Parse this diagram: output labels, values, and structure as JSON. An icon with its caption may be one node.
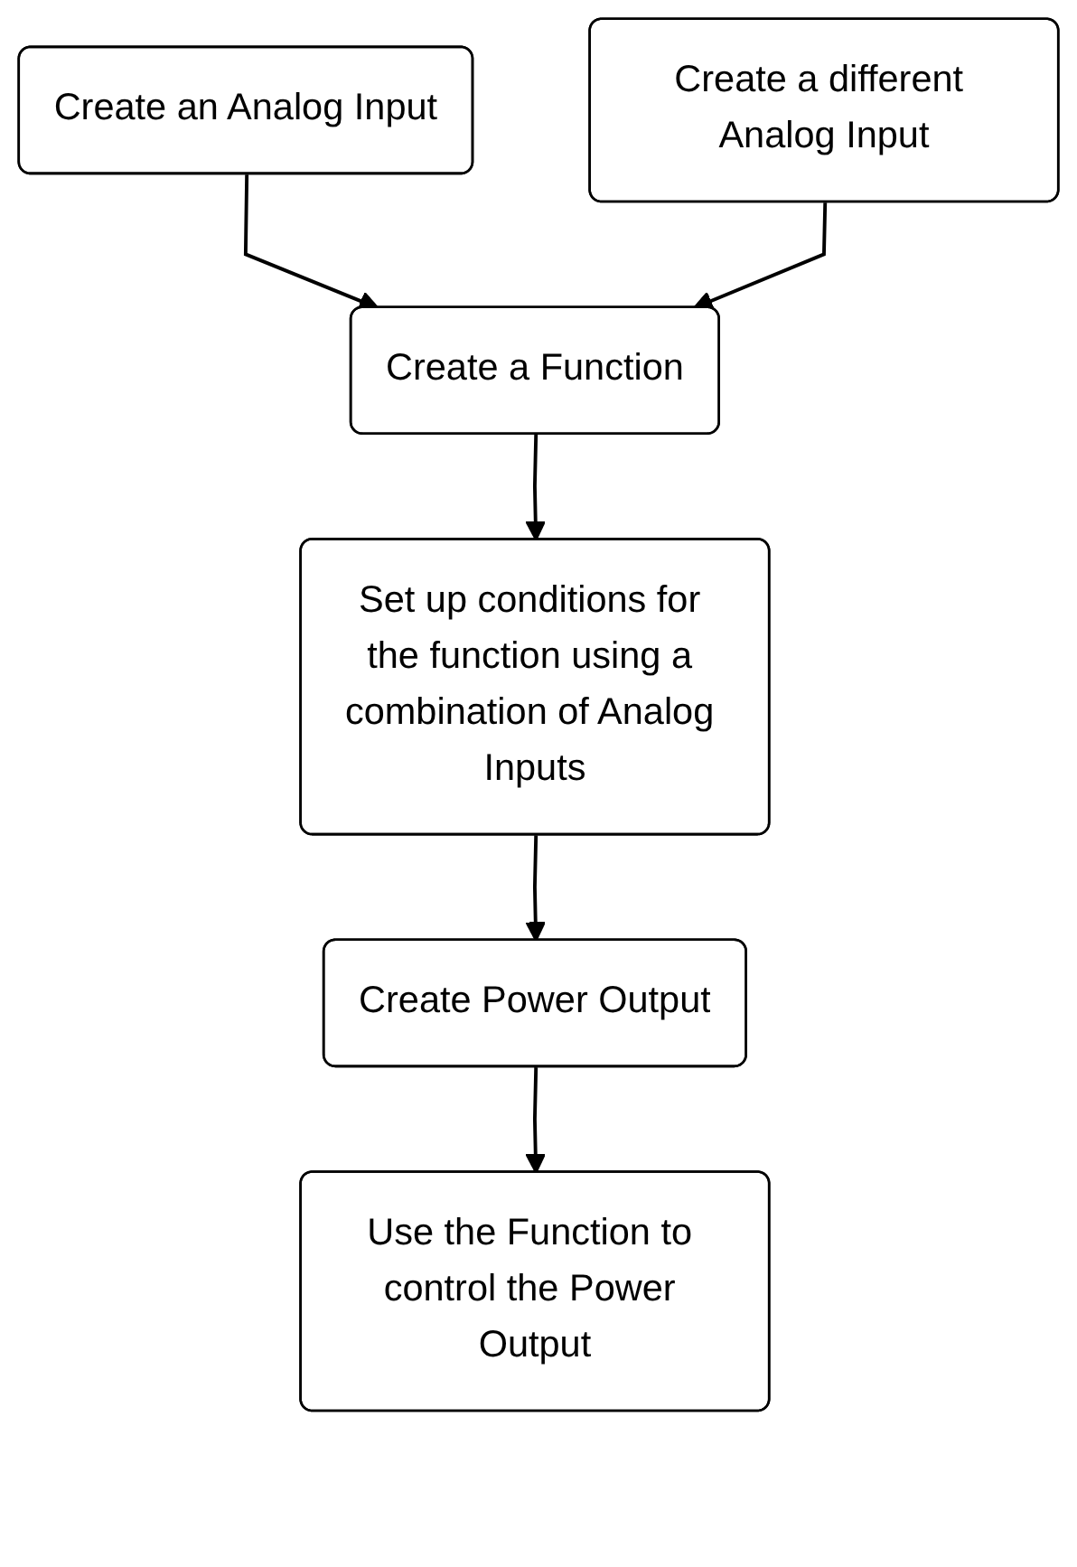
{
  "diagram": {
    "nodes": [
      {
        "text": [
          "Create an Analog Input"
        ]
      },
      {
        "text": [
          "Create a different Analog Input"
        ]
      },
      {
        "text": [
          "Create a Function"
        ]
      },
      {
        "text": [
          "Set up conditions for the function using a combination of Analog Inputs"
        ]
      },
      {
        "text": [
          "Create Power Output"
        ]
      },
      {
        "text": [
          "Use the Function to control the Power Output"
        ]
      }
    ],
    "edges": [
      {
        "from": 0,
        "to": 2,
        "arrow": "to"
      },
      {
        "from": 1,
        "to": 2,
        "arrow": "to"
      },
      {
        "from": 2,
        "to": 3,
        "arrow": "to"
      },
      {
        "from": 3,
        "to": 4,
        "arrow": "to"
      },
      {
        "from": 4,
        "to": 5,
        "arrow": "to"
      }
    ]
  }
}
